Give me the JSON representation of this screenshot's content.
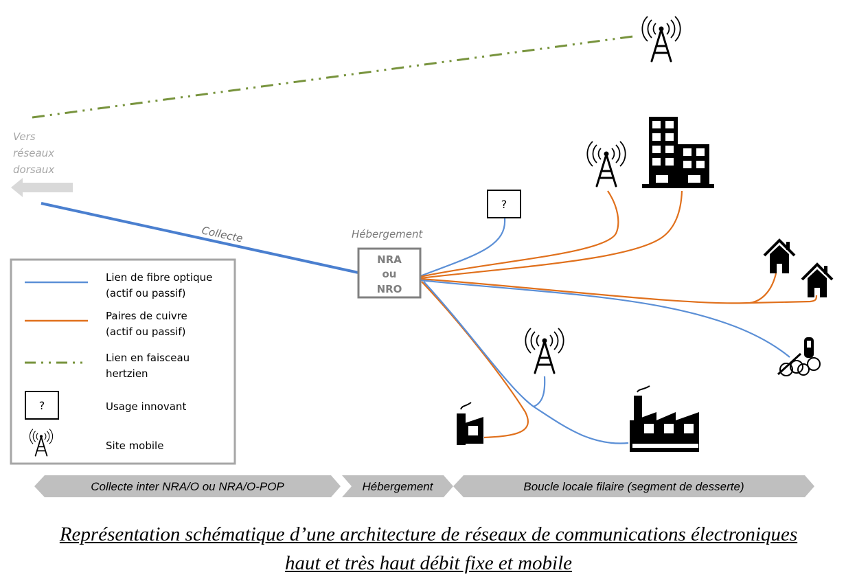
{
  "diagram": {
    "backbone_label_lines": [
      "Vers",
      "réseaux",
      "dorsaux"
    ],
    "collecte_label": "Collecte",
    "hosting_label": "Hébergement",
    "node_label_lines": [
      "NRA",
      "ou",
      "NRO"
    ],
    "innovative_use_symbol": "?",
    "endpoints": [
      "mobile-site-top",
      "mobile-site",
      "office-building",
      "house",
      "house",
      "bike-station",
      "mobile-site-bottom",
      "small-factory",
      "large-factory",
      "innovative-use"
    ],
    "colors": {
      "fiber": "#5b8fd6",
      "copper": "#e0701c",
      "radio": "#77933c",
      "node_border": "#808080",
      "band": "#bfbfbf",
      "arrow": "#d9d9d9"
    }
  },
  "legend": {
    "items": [
      {
        "type": "fiber-line",
        "label_lines": [
          "Lien de fibre optique",
          "(actif ou passif)"
        ]
      },
      {
        "type": "copper-line",
        "label_lines": [
          "Paires de cuivre",
          "(actif ou passif)"
        ]
      },
      {
        "type": "radio-line",
        "label_lines": [
          "Lien en faisceau",
          "hertzien"
        ]
      },
      {
        "type": "innovative-box",
        "symbol": "?",
        "label_lines": [
          "Usage innovant"
        ]
      },
      {
        "type": "antenna",
        "label_lines": [
          "Site mobile"
        ]
      }
    ]
  },
  "segments": [
    {
      "label": "Collecte inter NRA/O ou NRA/O-POP"
    },
    {
      "label": "Hébergement"
    },
    {
      "label": "Boucle locale filaire (segment de desserte)"
    }
  ],
  "caption": {
    "line1": "Représentation schématique d’une architecture de réseaux de communications électroniques",
    "line2": "haut et très haut débit fixe et mobile"
  }
}
